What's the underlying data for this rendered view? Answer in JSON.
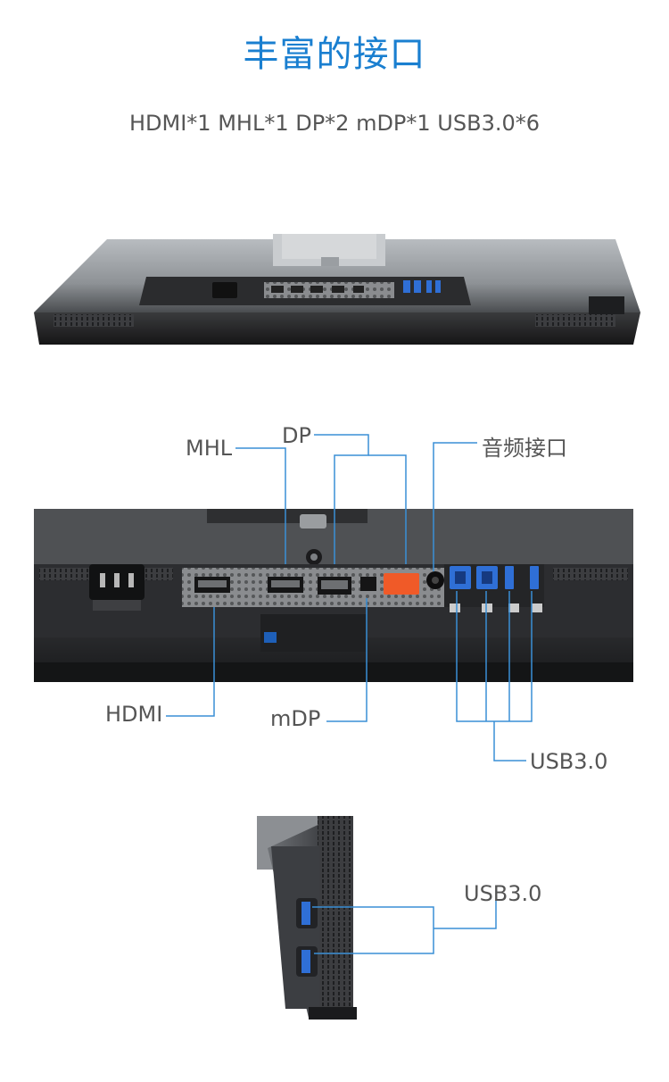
{
  "heading": "丰富的接口",
  "summary": "HDMI*1 MHL*1 DP*2 mDP*1 USB3.0*6",
  "callouts": {
    "mhl": "MHL",
    "dp": "DP",
    "audio": "音频接口",
    "hdmi": "HDMI",
    "mdp": "mDP",
    "usb_bottom": "USB3.0",
    "usb_side": "USB3.0"
  },
  "colors": {
    "title": "#1a7fd0",
    "callout_line": "#3a8fd6",
    "usb_blue": "#2f6fd6",
    "highlight_orange": "#f05a28"
  }
}
